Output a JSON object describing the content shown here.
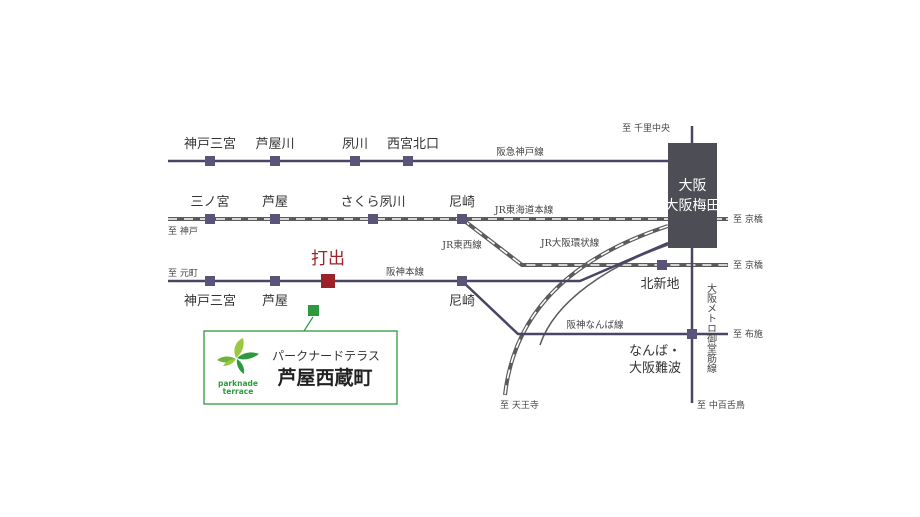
{
  "colors": {
    "line": "#4a4466",
    "station": "#5a5478",
    "jr_dash": "#5b5b5b",
    "umeda_block": "#4d4d55",
    "highlight_station": "#9b2226",
    "property": "#2e9a3e"
  },
  "stations": {
    "kobe_sannomiya_top": "神戸三宮",
    "ashiyagawa": "芦屋川",
    "shukugawa": "夙川",
    "nishinomiya_kitaguchi": "西宮北口",
    "sannomiya": "三ノ宮",
    "ashiya_jr": "芦屋",
    "sakura_shukugawa": "さくら夙川",
    "amagasaki_jr": "尼崎",
    "uchide": "打出",
    "kobe_sannomiya_bottom": "神戸三宮",
    "ashiya_hanshin": "芦屋",
    "amagasaki_hanshin": "尼崎",
    "kitashinchi": "北新地",
    "namba_1": "なんば・",
    "namba_2": "大阪難波",
    "osaka": "大阪",
    "osaka_umeda": "大阪梅田"
  },
  "lines": {
    "hankyu_kobe": "阪急神戸線",
    "jr_tokaido": "JR東海道本線",
    "jr_tozai": "JR東西線",
    "jr_loop": "JR大阪環状線",
    "hanshin_main": "阪神本線",
    "hanshin_namba": "阪神なんば線",
    "midosuji": "大阪メトロ御堂筋線"
  },
  "directions": {
    "senri_chuo": "至 千里中央",
    "kobe": "至 神戸",
    "kyobashi_1": "至 京橋",
    "kyobashi_2": "至 京橋",
    "motomachi": "至 元町",
    "fuse": "至 布施",
    "tennoji": "至 天王寺",
    "nakamozu": "至 中百舌鳥"
  },
  "property": {
    "logo_line1": "parknade",
    "logo_line2": "terrace",
    "name_kana": "パークナードテラス",
    "name": "芦屋西蔵町"
  }
}
